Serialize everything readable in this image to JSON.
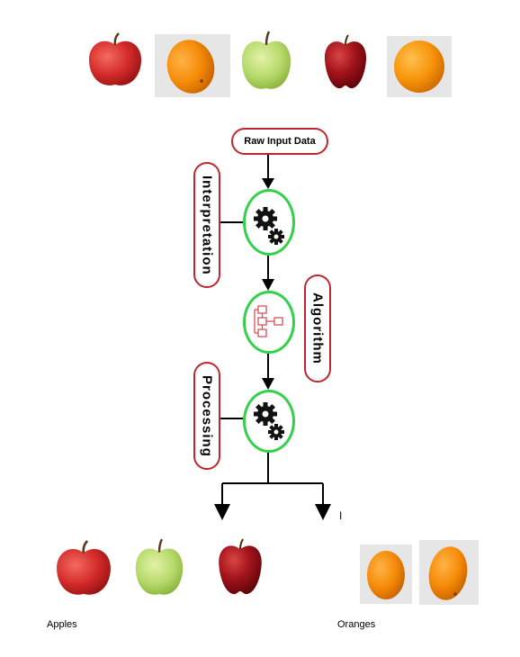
{
  "diagram": {
    "input_label": "Raw Input Data",
    "step_interpretation": "Interpretation",
    "step_algorithm": "Algorithm",
    "step_processing": "Processing",
    "output_apples": "Apples",
    "output_oranges": "Oranges",
    "cursor_mark": "I"
  },
  "icons": {
    "top_row": [
      "red-apple-icon",
      "orange-icon",
      "green-apple-icon",
      "red-delicious-apple-icon",
      "orange-icon"
    ],
    "step_icons": [
      "gears-icon",
      "flowchart-icon",
      "gears-icon"
    ]
  },
  "colors": {
    "pill_border": "#c0262f",
    "circle_border": "#33d14a",
    "arrow": "#000000"
  }
}
